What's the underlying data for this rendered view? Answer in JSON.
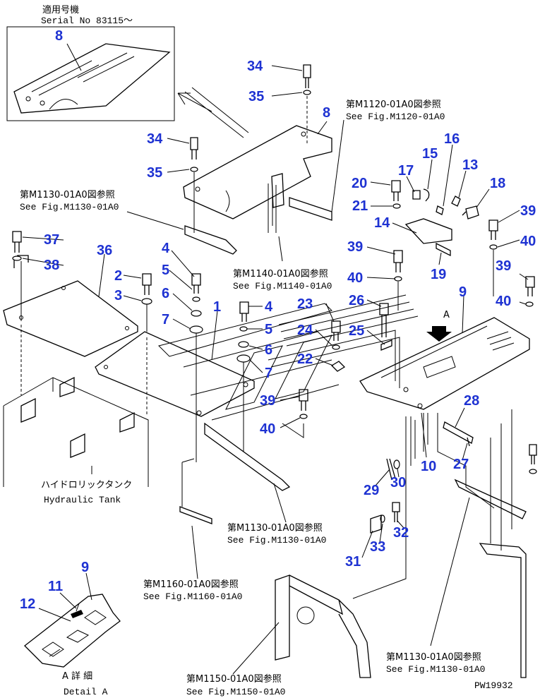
{
  "inset": {
    "line1": "適用号機",
    "line2": "Serial No 83115〜"
  },
  "references": {
    "m1120": {
      "jp": "第M1120-01A0図参照",
      "en": "See Fig.M1120-01A0"
    },
    "m1130_top": {
      "jp": "第M1130-01A0図参照",
      "en": "See Fig.M1130-01A0"
    },
    "m1140": {
      "jp": "第M1140-01A0図参照",
      "en": "See Fig.M1140-01A0"
    },
    "m1130_mid": {
      "jp": "第M1130-01A0図参照",
      "en": "See Fig.M1130-01A0"
    },
    "m1160": {
      "jp": "第M1160-01A0図参照",
      "en": "See Fig.M1160-01A0"
    },
    "m1150": {
      "jp": "第M1150-01A0図参照",
      "en": "See Fig.M1150-01A0"
    },
    "m1130_right": {
      "jp": "第M1130-01A0図参照",
      "en": "See Fig.M1130-01A0"
    }
  },
  "hydraulic_tank": {
    "jp": "ハイドロリックタンク",
    "en": "Hydraulic Tank"
  },
  "detail": {
    "jp": "A 詳 細",
    "en": "Detail A"
  },
  "view_marker": "A",
  "drawing_code": "PW19932",
  "callouts": {
    "c8_inset": "8",
    "c34_top": "34",
    "c35_top": "35",
    "c8_top": "8",
    "c34_left": "34",
    "c35_left": "35",
    "c16": "16",
    "c15": "15",
    "c13": "13",
    "c17": "17",
    "c20": "20",
    "c18": "18",
    "c21": "21",
    "c14": "14",
    "c39_r1": "39",
    "c40_r1": "40",
    "c37": "37",
    "c36": "36",
    "c38": "38",
    "c4_a": "4",
    "c39_mid": "39",
    "c40_mid": "40",
    "c19": "19",
    "c2": "2",
    "c5_a": "5",
    "c3": "3",
    "c6_a": "6",
    "c1": "1",
    "c4_b": "4",
    "c23": "23",
    "c26": "26",
    "c9_top": "9",
    "c39_r2": "39",
    "c40_r2": "40",
    "c7_a": "7",
    "c5_b": "5",
    "c24": "24",
    "c25": "25",
    "c6_b": "6",
    "c22": "22",
    "c7_b": "7",
    "c39_low": "39",
    "c28": "28",
    "c40_low": "40",
    "c10": "10",
    "c27": "27",
    "c29": "29",
    "c30": "30",
    "c32": "32",
    "c33": "33",
    "c31": "31",
    "c9_det": "9",
    "c11": "11",
    "c12": "12"
  }
}
